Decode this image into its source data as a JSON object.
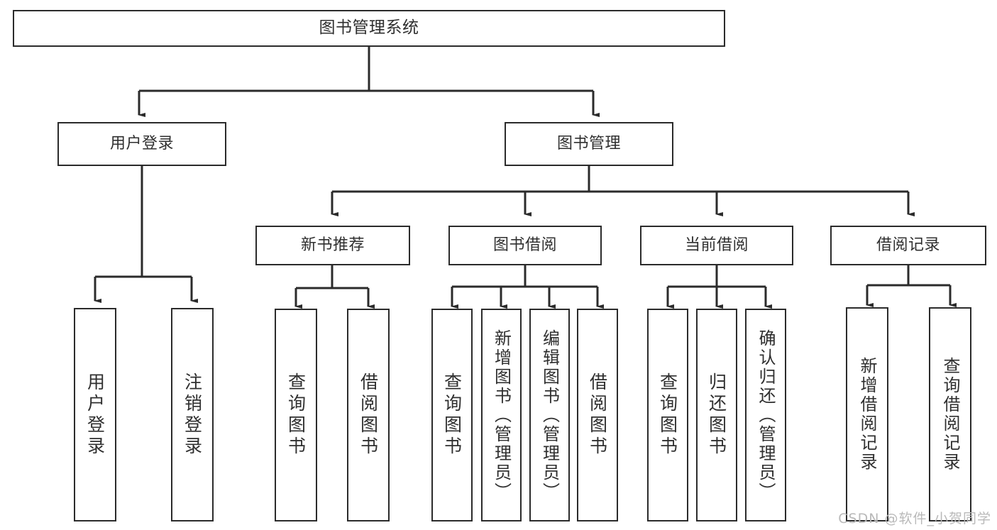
{
  "diagram": {
    "title": "图书管理系统",
    "type": "hierarchy-tree",
    "colors": {
      "box_border": "#2b2b2b",
      "box_fill": "#ffffff",
      "text": "#2f2f2f",
      "connector": "#2b2b2b",
      "watermark": "#b9b9b9",
      "background": "#ffffff"
    },
    "root": {
      "id": "root",
      "label": "图书管理系统"
    },
    "level2": [
      {
        "id": "user-login",
        "label": "用户登录"
      },
      {
        "id": "book-manage",
        "label": "图书管理"
      }
    ],
    "level3": [
      {
        "id": "new-book-rec",
        "label": "新书推荐"
      },
      {
        "id": "book-borrow",
        "label": "图书借阅"
      },
      {
        "id": "current-borrow",
        "label": "当前借阅"
      },
      {
        "id": "borrow-record",
        "label": "借阅记录"
      }
    ],
    "leaves": {
      "user_login": [
        {
          "id": "leaf-user-login",
          "label": "用户登录"
        },
        {
          "id": "leaf-logout",
          "label": "注销登录"
        }
      ],
      "new_book_rec": [
        {
          "id": "leaf-query-book-1",
          "label": "查询图书"
        },
        {
          "id": "leaf-borrow-book-1",
          "label": "借阅图书"
        }
      ],
      "book_borrow": [
        {
          "id": "leaf-query-book-2",
          "label": "查询图书"
        },
        {
          "id": "leaf-add-book",
          "label": "新增图书（管理员）"
        },
        {
          "id": "leaf-edit-book",
          "label": "编辑图书（管理员）"
        },
        {
          "id": "leaf-borrow-book-2",
          "label": "借阅图书"
        }
      ],
      "current_borrow": [
        {
          "id": "leaf-query-book-3",
          "label": "查询图书"
        },
        {
          "id": "leaf-return-book",
          "label": "归还图书"
        },
        {
          "id": "leaf-confirm-return",
          "label": "确认归还（管理员）"
        }
      ],
      "borrow_record": [
        {
          "id": "leaf-add-record",
          "label": "新增借阅记录"
        },
        {
          "id": "leaf-query-record",
          "label": "查询借阅记录"
        }
      ]
    }
  },
  "watermark": {
    "text": "CSDN @软件_小贺同学"
  }
}
